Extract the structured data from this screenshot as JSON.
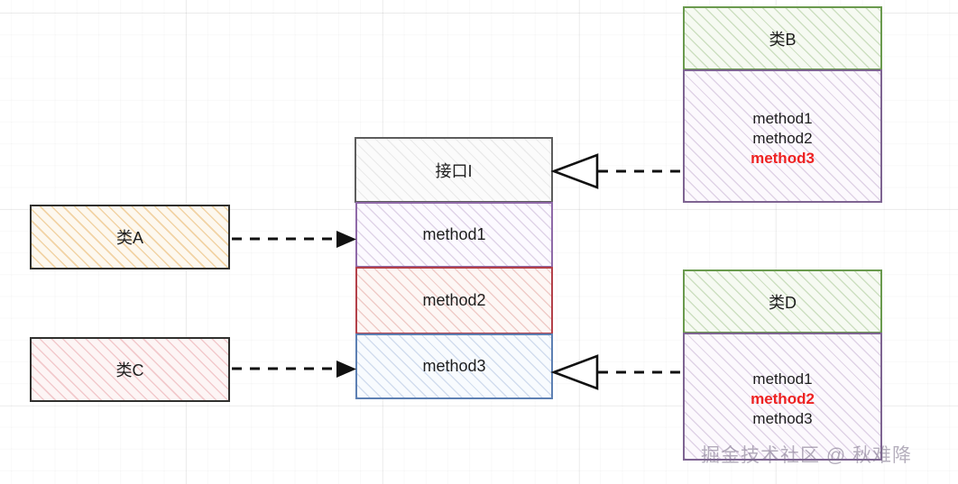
{
  "diagram": {
    "title": "Interface Segregation UML Diagram",
    "watermark": "掘金技术社区 @ 秋难降",
    "colors": {
      "interface_header_border": "#5d5d5d",
      "method1_border": "#8f6aa8",
      "method2_border": "#b3414a",
      "method3_border": "#5d80b3",
      "class_ac_border": "#30302e",
      "class_header_green": "#6a9a4e",
      "class_body_purple": "#7e6492",
      "highlight_red": "#ee2222"
    }
  },
  "left_classes": [
    {
      "id": "class-a",
      "label": "类A"
    },
    {
      "id": "class-c",
      "label": "类C"
    }
  ],
  "interface": {
    "header": "接口I",
    "methods": [
      {
        "id": "m1",
        "label": "method1"
      },
      {
        "id": "m2",
        "label": "method2"
      },
      {
        "id": "m3",
        "label": "method3"
      }
    ]
  },
  "right_classes": [
    {
      "id": "class-b",
      "header": "类B",
      "methods": [
        {
          "label": "method1",
          "highlight": false
        },
        {
          "label": "method2",
          "highlight": false
        },
        {
          "label": "method3",
          "highlight": true
        }
      ]
    },
    {
      "id": "class-d",
      "header": "类D",
      "methods": [
        {
          "label": "method1",
          "highlight": false
        },
        {
          "label": "method2",
          "highlight": true
        },
        {
          "label": "method3",
          "highlight": false
        }
      ]
    }
  ],
  "connectors": [
    {
      "id": "a-to-method1",
      "kind": "dependency",
      "from": "类A",
      "to": "method1",
      "arrow": "filled-arrow"
    },
    {
      "id": "c-to-method3",
      "kind": "dependency",
      "from": "类C",
      "to": "method3",
      "arrow": "filled-arrow"
    },
    {
      "id": "b-to-interface",
      "kind": "realization",
      "from": "类B",
      "to": "接口I",
      "arrow": "hollow-triangle"
    },
    {
      "id": "d-to-method3",
      "kind": "realization",
      "from": "类D",
      "to": "method3",
      "arrow": "hollow-triangle"
    }
  ]
}
